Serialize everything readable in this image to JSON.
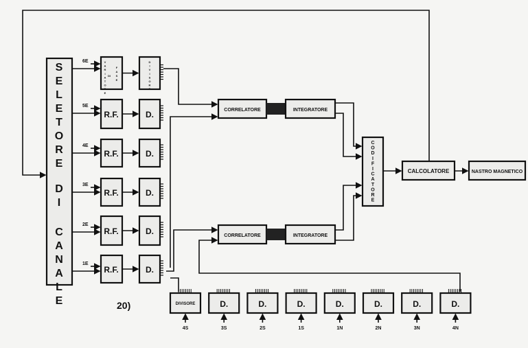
{
  "selector": {
    "label": "SELETORE DI CANALE",
    "words": [
      "SELETORE",
      "DI",
      "CANALE"
    ]
  },
  "inputs": [
    "6E",
    "5E",
    "4E",
    "3E",
    "2E",
    "1E"
  ],
  "phase_shifter": {
    "label_a": "VARIATORE",
    "label_b": "DI",
    "label_c": "FASE"
  },
  "divider_top": "DIVISORE",
  "rf_label": "R.F.",
  "d_label": "D.",
  "correlator": "CORRELATORE",
  "integrator": "INTEGRATORE",
  "encoder": "CODIFICATORE",
  "computer": "CALCOLATORE",
  "tape": "NASTRO MAGNETICO",
  "figure_number": "20)",
  "bottom_boxes": [
    "DIVISORE",
    "D.",
    "D.",
    "D.",
    "D.",
    "D.",
    "D.",
    "D."
  ],
  "bottom_inputs": [
    "4S",
    "3S",
    "2S",
    "1S",
    "1N",
    "2N",
    "3N",
    "4N"
  ]
}
